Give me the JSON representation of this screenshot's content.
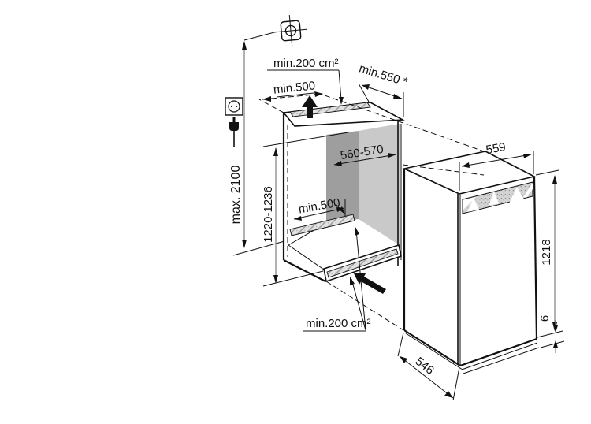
{
  "diagram": {
    "kind": "built-in appliance installation dimension drawing",
    "labels": {
      "ceiling_height": "max. 2100",
      "top_vent_area": "min.200 cm²",
      "top_rear_clearance": "min.500",
      "niche_depth": "min.550 *",
      "niche_width": "560-570",
      "niche_height": "1220-1236",
      "base_rear_clearance": "min.500",
      "bottom_vent_area": "min.200 cm²",
      "appliance_width": "559",
      "appliance_height": "1218",
      "door_bottom_gap": "6",
      "appliance_depth": "546"
    },
    "icons": {
      "ceiling_datum": "position-datum-icon",
      "socket": "power-socket-icon",
      "plug": "power-plug-icon"
    },
    "colors": {
      "line": "#111111",
      "dimension_line_gray": "#7e7e7e",
      "niche_back_wall": "#9e9e9e",
      "niche_side_wall": "#c9c9c9",
      "vent_hatch": "#e2e2e2",
      "grille_stipple": "#d6d6d6",
      "background": "#ffffff"
    }
  }
}
